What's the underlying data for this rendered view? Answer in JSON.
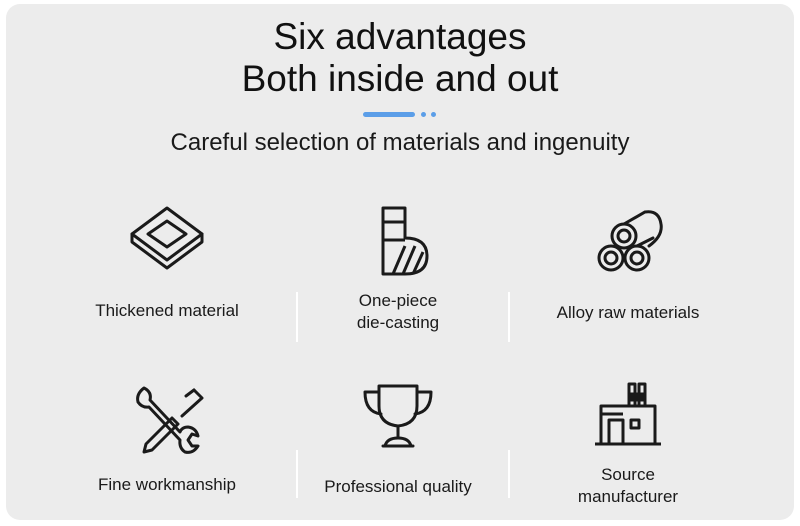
{
  "title": {
    "line1": "Six advantages",
    "line2": "Both inside and out"
  },
  "subtitle": "Careful selection of materials and ingenuity",
  "accent_color": "#5b9ee8",
  "features": [
    {
      "icon": "layers-icon",
      "label": "Thickened material"
    },
    {
      "icon": "die-cast-icon",
      "label_line1": "One-piece",
      "label_line2": "die-casting"
    },
    {
      "icon": "pipes-icon",
      "label": "Alloy raw materials"
    },
    {
      "icon": "wrench-screwdriver-icon",
      "label": "Fine workmanship"
    },
    {
      "icon": "trophy-icon",
      "label": "Professional quality"
    },
    {
      "icon": "factory-icon",
      "label_line1": "Source",
      "label_line2": "manufacturer"
    }
  ]
}
